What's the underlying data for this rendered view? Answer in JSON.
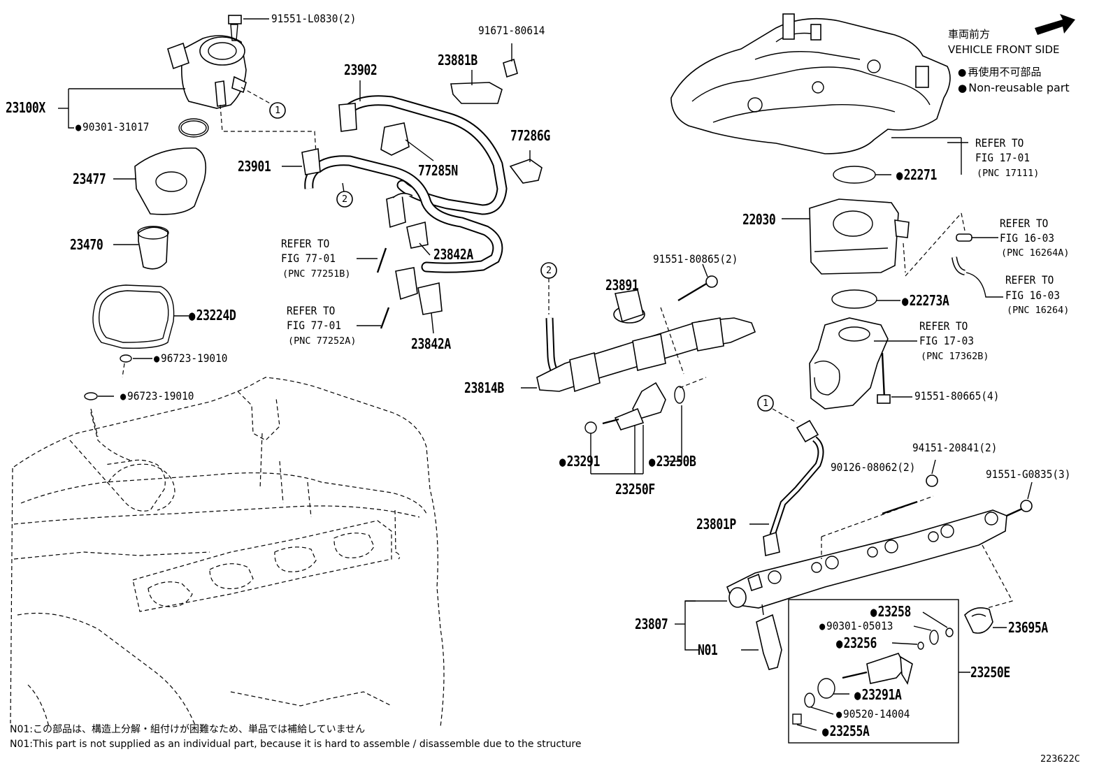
{
  "legend": {
    "front_jp": "車両前方",
    "front_en": "VEHICLE FRONT SIDE",
    "nonreuse_jp": "再使用不可部品",
    "nonreuse_en": "Non-reusable part"
  },
  "callouts": {
    "c1": "1",
    "c2": "2"
  },
  "parts": {
    "p91551_L0830": "91551-L0830(2)",
    "p23100X": "23100X",
    "p90301_31017": "90301-31017",
    "p23477": "23477",
    "p23470": "23470",
    "p23224D": "23224D",
    "p96723_19010a": "96723-19010",
    "p96723_19010b": "96723-19010",
    "p91671_80614": "91671-80614",
    "p23881B": "23881B",
    "p23902": "23902",
    "p77286G": "77286G",
    "p23901": "23901",
    "p77285N": "77285N",
    "p23842A_a": "23842A",
    "p23842A_b": "23842A",
    "p22271": "22271",
    "p22030": "22030",
    "p22273A": "22273A",
    "p91551_80865": "91551-80865(2)",
    "p23891": "23891",
    "p23814B": "23814B",
    "p23291": "23291",
    "p23250B": "23250B",
    "p23250F": "23250F",
    "p91551_80665": "91551-80665(4)",
    "p94151_20841": "94151-20841(2)",
    "p90126_08062": "90126-08062(2)",
    "p91551_G0835": "91551-G0835(3)",
    "p23801P": "23801P",
    "p23807": "23807",
    "pN01": "N01",
    "p23258": "23258",
    "p90301_05013": "90301-05013",
    "p23256": "23256",
    "p23695A": "23695A",
    "p23250E": "23250E",
    "p23291A": "23291A",
    "p90520_14004": "90520-14004",
    "p23255A": "23255A"
  },
  "refs": {
    "r77251B": {
      "l1": "REFER TO",
      "l2": "FIG 77-01",
      "l3": "(PNC 77251B)"
    },
    "r77252A": {
      "l1": "REFER TO",
      "l2": "FIG 77-01",
      "l3": "(PNC 77252A)"
    },
    "r17111": {
      "l1": "REFER TO",
      "l2": "FIG 17-01",
      "l3": "(PNC 17111)"
    },
    "r16264A": {
      "l1": "REFER TO",
      "l2": "FIG 16-03",
      "l3": "(PNC 16264A)"
    },
    "r16264": {
      "l1": "REFER TO",
      "l2": "FIG 16-03",
      "l3": "(PNC 16264)"
    },
    "r17362B": {
      "l1": "REFER TO",
      "l2": "FIG 17-03",
      "l3": "(PNC 17362B)"
    }
  },
  "notes": {
    "jp": "N01:この部品は、構造上分解・組付けが困難なため、単品では補給していません",
    "en": "N01:This part is not supplied as an individual part, because it is hard to assemble / disassemble due to the structure"
  },
  "figure_id": "223622C"
}
